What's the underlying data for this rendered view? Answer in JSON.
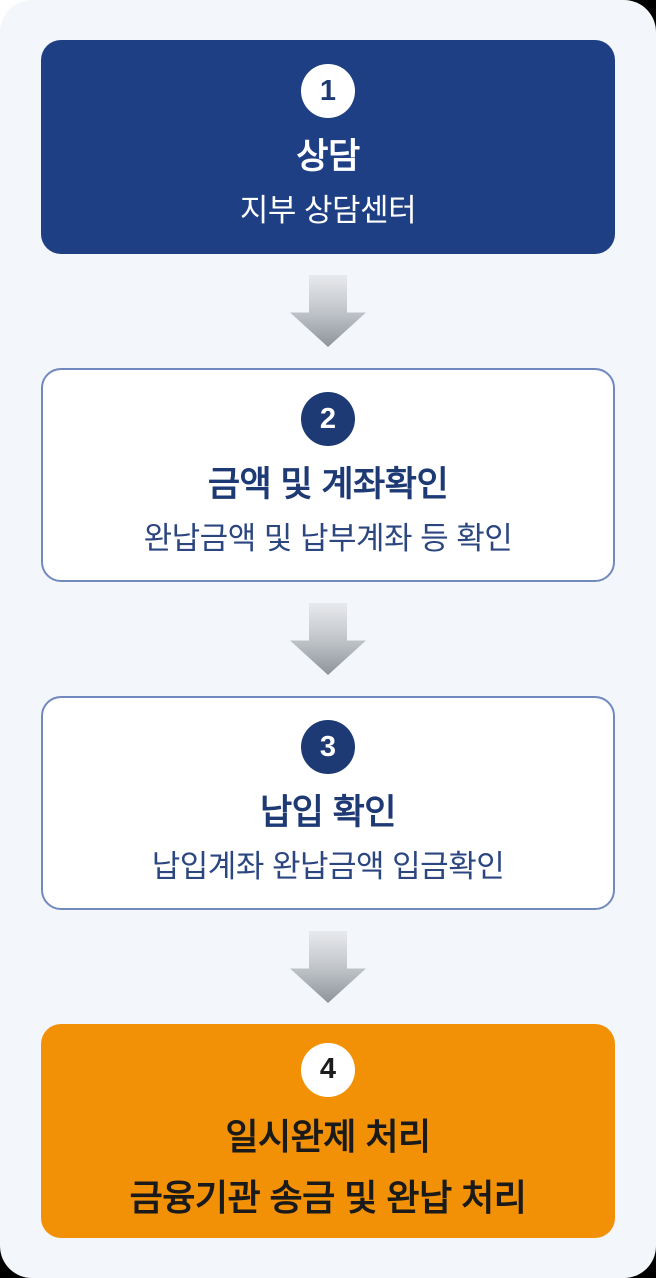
{
  "page": {
    "type": "process-flow-diagram",
    "panel_background": "#F3F6FB",
    "outer_background": "#000000",
    "top_left_corner_patch": "#FFFFFF"
  },
  "colors": {
    "navy_card": "#1E3F84",
    "navy_badge": "#1E3A74",
    "navy_text": "#1E3A74",
    "navy_subtitle": "#2C4780",
    "outline_border": "#7289BE",
    "orange_card": "#F29105",
    "dark_text": "#1A1A1A",
    "white": "#FFFFFF",
    "arrow_gradient_top": "#E8EAED",
    "arrow_gradient_bottom": "#8E9499"
  },
  "icons": {
    "down_arrow": "css-gradient-down-arrow"
  },
  "steps": [
    {
      "number": "1",
      "title": "상담",
      "subtitle": "지부 상담센터",
      "variant": "navy"
    },
    {
      "number": "2",
      "title": "금액 및 계좌확인",
      "subtitle": "완납금액 및 납부계좌 등 확인",
      "variant": "outline"
    },
    {
      "number": "3",
      "title": "납입 확인",
      "subtitle": "납입계좌 완납금액 입금확인",
      "variant": "outline"
    },
    {
      "number": "4",
      "title": "일시완제 처리",
      "subtitle": "금융기관 송금 및 완납 처리",
      "variant": "orange"
    }
  ]
}
